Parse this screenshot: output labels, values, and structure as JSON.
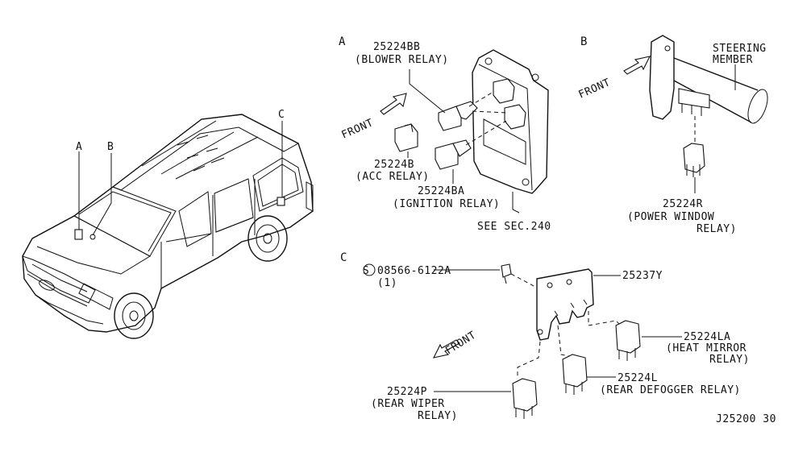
{
  "vehicle": {
    "callouts": [
      "A",
      "B",
      "C"
    ]
  },
  "section_a": {
    "letter": "A",
    "front_label": "FRONT",
    "blower_part": "25224BB",
    "blower_name": "(BLOWER RELAY)",
    "acc_part": "25224B",
    "acc_name": "(ACC RELAY)",
    "ign_part": "25224BA",
    "ign_name": "(IGNITION RELAY)",
    "see_sec": "SEE SEC.240"
  },
  "section_b": {
    "letter": "B",
    "front_label": "FRONT",
    "steering_line1": "STEERING",
    "steering_line2": "MEMBER",
    "pw_part": "25224R",
    "pw_line1": "(POWER WINDOW",
    "pw_line2": "RELAY)"
  },
  "section_c": {
    "letter": "C",
    "front_label": "FRONT",
    "bolt_symbol": "S",
    "bolt_part": "08566-6122A",
    "bolt_qty": "(1)",
    "bracket_part": "25237Y",
    "hm_part": "25224LA",
    "hm_line1": "(HEAT MIRROR",
    "hm_line2": "RELAY)",
    "rd_part": "25224L",
    "rd_name": "(REAR DEFOGGER RELAY)",
    "rw_part": "25224P",
    "rw_line1": "(REAR WIPER",
    "rw_line2": "RELAY)"
  },
  "diagram_id": "J25200 30"
}
